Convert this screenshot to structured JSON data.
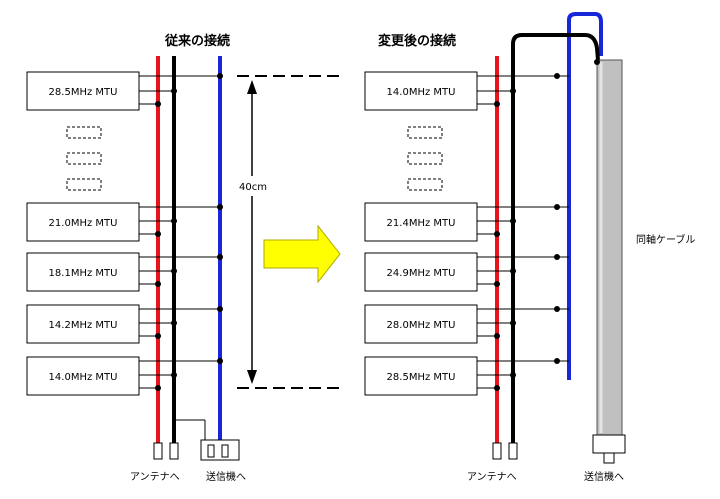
{
  "left": {
    "title": "従来の接続",
    "mtus": [
      "28.5MHz MTU",
      "21.0MHz MTU",
      "18.1MHz MTU",
      "14.2MHz MTU",
      "14.0MHz MTU"
    ],
    "dimension": "40cm",
    "antenna_label": "アンテナへ",
    "transmitter_label": "送信機へ"
  },
  "right": {
    "title": "変更後の接続",
    "mtus": [
      "14.0MHz MTU",
      "21.4MHz MTU",
      "24.9MHz MTU",
      "28.0MHz MTU",
      "28.5MHz MTU"
    ],
    "coax_label": "同軸ケーブル",
    "antenna_label": "アンテナへ",
    "transmitter_label": "送信機へ"
  },
  "colors": {
    "red": "#e8141c",
    "black": "#000000",
    "blue": "#1726d8",
    "arrow": "#ffff00",
    "coax": "#c0c0c0"
  }
}
